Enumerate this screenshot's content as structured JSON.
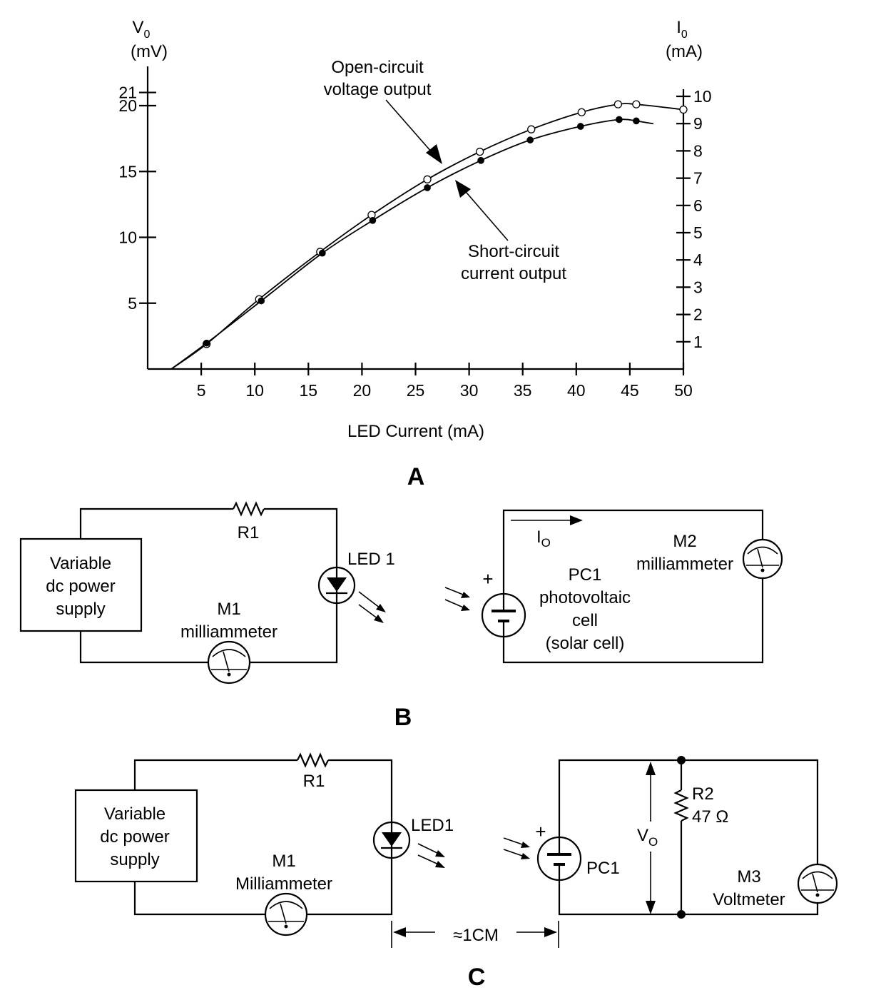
{
  "chart_data": {
    "type": "line",
    "xlabel": "LED Current (mA)",
    "ylabel_left": "V0 (mV)",
    "ylabel_right": "I0 (mA)",
    "left_axis": {
      "symbol": "V",
      "sub": "0",
      "unit": "(mV)",
      "ticks": [
        5,
        10,
        15,
        20,
        21
      ],
      "range": [
        0,
        22.5
      ]
    },
    "right_axis": {
      "symbol": "I",
      "sub": "0",
      "unit": "(mA)",
      "ticks": [
        1,
        2,
        3,
        4,
        5,
        6,
        7,
        8,
        9,
        10
      ]
    },
    "x_ticks": [
      5,
      10,
      15,
      20,
      25,
      30,
      35,
      40,
      45,
      50
    ],
    "xlim": [
      0,
      50
    ],
    "series": [
      {
        "name": "Open-circuit voltage output",
        "axis": "left",
        "marker": "open-circle",
        "points": [
          [
            5.5,
            1.9
          ],
          [
            10.4,
            5.3
          ],
          [
            16.1,
            8.9
          ],
          [
            20.9,
            11.7
          ],
          [
            26.1,
            14.4
          ],
          [
            31.0,
            16.5
          ],
          [
            35.8,
            18.2
          ],
          [
            40.5,
            19.5
          ],
          [
            43.9,
            20.1
          ],
          [
            45.6,
            20.1
          ],
          [
            50.0,
            19.7
          ]
        ]
      },
      {
        "name": "Short-circuit current output",
        "axis": "right",
        "marker": "filled-circle",
        "points": [
          [
            5.5,
            0.95
          ],
          [
            10.6,
            2.5
          ],
          [
            16.3,
            4.25
          ],
          [
            21.0,
            5.45
          ],
          [
            26.1,
            6.65
          ],
          [
            31.1,
            7.65
          ],
          [
            35.7,
            8.4
          ],
          [
            40.4,
            8.9
          ],
          [
            44.0,
            9.15
          ],
          [
            45.6,
            9.1
          ]
        ]
      }
    ],
    "annotations": {
      "open_circuit": [
        "Open-circuit",
        "voltage output"
      ],
      "short_circuit": [
        "Short-circuit",
        "current output"
      ]
    },
    "panel_label": "A"
  },
  "panel_b": {
    "label": "B",
    "power_supply": [
      "Variable",
      "dc power",
      "supply"
    ],
    "r1": "R1",
    "led": "LED 1",
    "m1": [
      "M1",
      "milliammeter"
    ],
    "io": {
      "symbol": "I",
      "sub": "O"
    },
    "m2": [
      "M2",
      "milliammeter"
    ],
    "pc1": [
      "PC1",
      "photovoltaic",
      "cell",
      "(solar cell)"
    ],
    "plus": "+"
  },
  "panel_c": {
    "label": "C",
    "power_supply": [
      "Variable",
      "dc power",
      "supply"
    ],
    "r1": "R1",
    "led": "LED1",
    "m1": [
      "M1",
      "Milliammeter"
    ],
    "pc1": "PC1",
    "plus": "+",
    "r2": [
      "R2",
      "47 Ω"
    ],
    "vo": {
      "symbol": "V",
      "sub": "O"
    },
    "m3": [
      "M3",
      "Voltmeter"
    ],
    "distance": "≈1CM"
  }
}
